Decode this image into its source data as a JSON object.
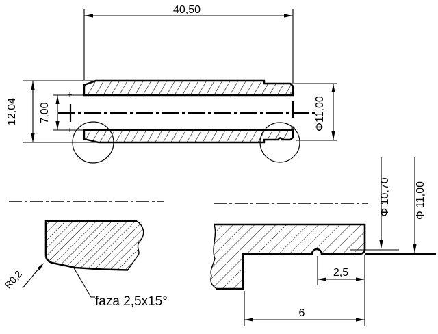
{
  "drawing": {
    "top_view": {
      "dim_length": "40,50",
      "dim_od_left": "12,04",
      "dim_bore": "7,00",
      "dim_od_right": "Φ11,00"
    },
    "detail_left": {
      "radius_label": "R0,2",
      "chamfer_label": "faza 2,5x15°"
    },
    "detail_right": {
      "dim_groove_dia": "Φ 10,70",
      "dim_od": "Φ 11,00",
      "dim_groove_pos": "2,5",
      "dim_step_len": "6"
    },
    "colors": {
      "line": "#000000",
      "background": "#ffffff"
    }
  }
}
